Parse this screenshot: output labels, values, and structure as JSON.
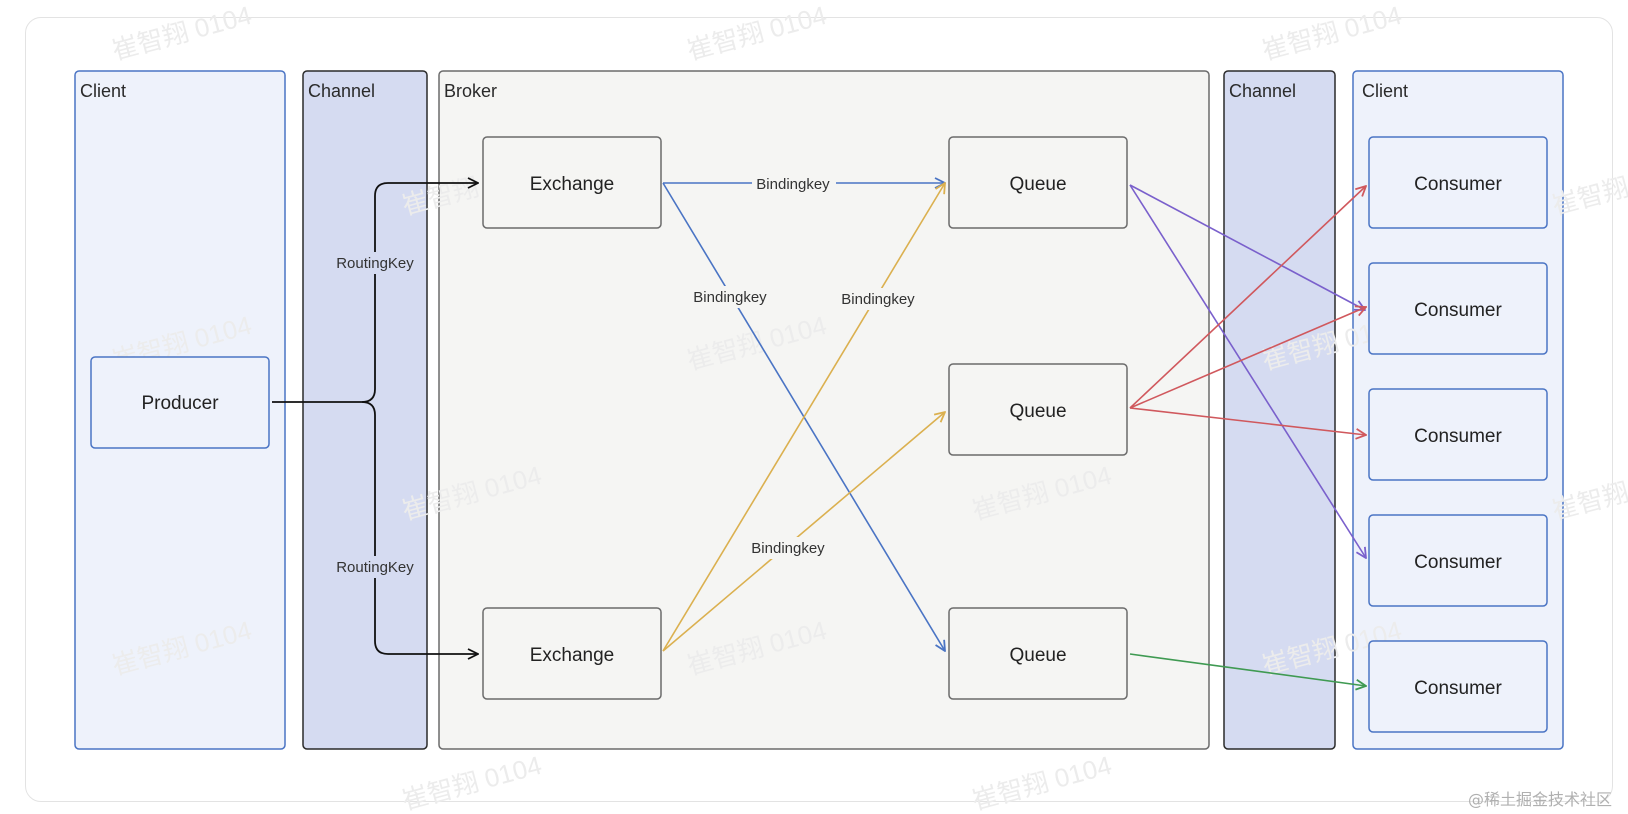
{
  "panels": {
    "client_left": "Client",
    "channel_left": "Channel",
    "broker": "Broker",
    "channel_right": "Channel",
    "client_right": "Client"
  },
  "nodes": {
    "producer": "Producer",
    "exchange_top": "Exchange",
    "exchange_bottom": "Exchange",
    "queue_top": "Queue",
    "queue_middle": "Queue",
    "queue_bottom": "Queue",
    "consumers": [
      "Consumer",
      "Consumer",
      "Consumer",
      "Consumer",
      "Consumer"
    ]
  },
  "edge_labels": {
    "routing_key_top": "RoutingKey",
    "routing_key_bottom": "RoutingKey",
    "binding_top_horizontal": "Bindingkey",
    "binding_top_diagonal": "Bindingkey",
    "binding_bottom_to_top": "Bindingkey",
    "binding_bottom_to_middle": "Bindingkey"
  },
  "watermark": "崔智翔 0104",
  "credit": "@稀土掘金技术社区",
  "colors": {
    "client_fill": "#eef2fb",
    "client_border": "#4a74c4",
    "channel_fill": "#d5dbf1",
    "channel_border": "#2a2a2a",
    "broker_fill": "#f5f5f3",
    "broker_border": "#6b6b6b",
    "routing_edge": "#111111",
    "blue_edge": "#4a74c4",
    "yellow_edge": "#dbb04f",
    "purple_edge": "#7a60cc",
    "red_edge": "#d0585d",
    "green_edge": "#3f9a52"
  }
}
